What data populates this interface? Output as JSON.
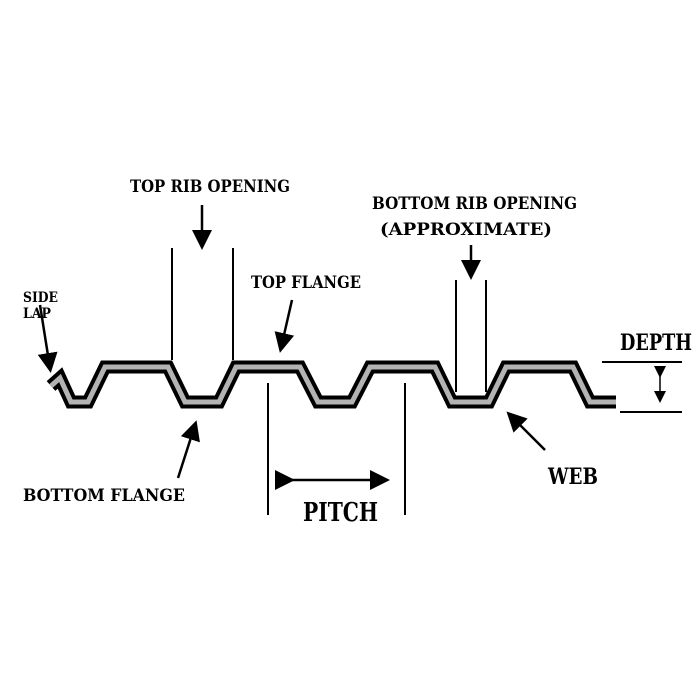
{
  "labels": {
    "top_rib_opening": "TOP RIB OPENING",
    "bottom_rib_opening": "BOTTOM RIB OPENING",
    "approximate": "(APPROXIMATE)",
    "top_flange": "TOP FLANGE",
    "side": "SIDE",
    "lap": "LAP",
    "depth": "DEPTH",
    "bottom_flange": "BOTTOM FLANGE",
    "pitch": "PITCH",
    "web": "WEB"
  },
  "colors": {
    "outline": "#000000",
    "core": "#b3b3b3"
  }
}
